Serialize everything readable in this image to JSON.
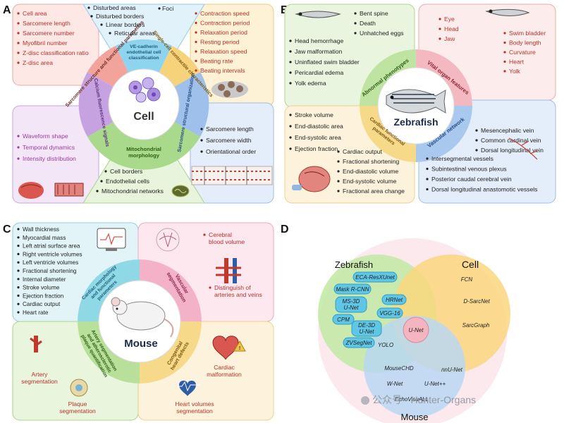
{
  "panels": {
    "A": {
      "letter": "A",
      "center": "Cell",
      "segments": {
        "sarcomere_structure_func": "Sarcomere structure and functional parameters",
        "ve_cadherin": "VE-cadherin endothelial cell classification",
        "single_cell_contractile": "Single-cell contractile characteristics",
        "sarcomere_structural_org": "Sarcomere structural organization",
        "mito_morphology": "Mitochondrial morphology",
        "calcium": "Calcium fluorescence signals"
      },
      "top_left_list": [
        "Cell area",
        "Sarcomere length",
        "Sarcomere number",
        "Myofibril number",
        "Z-disc classification ratio",
        "Z-disc area"
      ],
      "top_mid_list": [
        "Disturbed areas",
        "Disturbed borders",
        "Linear borders",
        "Reticular areas"
      ],
      "top_mid_extra": "Foci",
      "top_right_list": [
        "Contraction speed",
        "Contraction period",
        "Relaxation period",
        "Resting period",
        "Relaxation speed",
        "Beating rate",
        "Beating intervals"
      ],
      "bottom_right_list": [
        "Sarcomere length",
        "Sarcomere width",
        "Orientational order"
      ],
      "bottom_mid_list": [
        "Cell borders",
        "Endothelial cells",
        "Mitochondrial networks"
      ],
      "bottom_left_list": [
        "Waveform shape",
        "Temporal dynamics",
        "Intensity distribution"
      ]
    },
    "B": {
      "letter": "B",
      "center": "Zebrafish",
      "segments": {
        "abnormal": "Abnormal phenotypes",
        "vital": "Vital organ features",
        "cardiac": "Cardiac functional parameters",
        "vascular": "Vascular network"
      },
      "abnormal_top": [
        "Bent spine",
        "Death",
        "Unhatched eggs"
      ],
      "abnormal_list": [
        "Head hemorrhage",
        "Jaw malformation",
        "Uninflated swim bladder",
        "Pericardial edema",
        "Yolk edema"
      ],
      "vital_left": [
        "Eye",
        "Head",
        "Jaw"
      ],
      "vital_right": [
        "Swim bladder",
        "Body length",
        "Curvature",
        "Heart",
        "Yolk"
      ],
      "cardiac_left": [
        "Stroke volume",
        "End-diastolic area",
        "End-systolic area",
        "Ejection fraction"
      ],
      "cardiac_right": [
        "Cardiac output",
        "Fractional shortening",
        "End-diastolic volume",
        "End-systolic volume",
        "Fractional area change"
      ],
      "vascular_top": [
        "Mesencephalic vein",
        "Common cardinal vein",
        "Dorsal longitudinal vein"
      ],
      "vascular_list": [
        "Intersegmental vessels",
        "Subintestinal venous plexus",
        "Posterior caudal cerebral vein",
        "Dorsal longitudinal anastomotic vessels"
      ]
    },
    "C": {
      "letter": "C",
      "center": "Mouse",
      "segments": {
        "cardiac": "Cardiac morphology and functional parameters",
        "vascular": "Vascular segmentation",
        "congenital": "Congenital heart defects",
        "artery": "Artery segmentation and atherosclerotic plaque quantification"
      },
      "cardiac_list": [
        "Wall thickness",
        "Myocardial mass",
        "Left atrial surface area",
        "Right ventricle volumes",
        "Left ventricle volumes",
        "Fractional shortening",
        "Internal diameter",
        "Stroke volume",
        "Ejection fraction",
        "Cardiac output",
        "Heart rate"
      ],
      "vascular_list": [
        "Cerebral blood volume",
        "Distinguish of arteries and veins"
      ],
      "artery_items": [
        "Artery segmentation",
        "Plaque segmentation"
      ],
      "congenital_items": [
        "Cardiac malformation",
        "Heart volumes segmentation"
      ]
    },
    "D": {
      "letter": "D",
      "sets": {
        "zebrafish": "Zebrafish",
        "cell": "Cell",
        "mouse": "Mouse"
      },
      "center_model": "U-Net",
      "zebrafish_models": [
        "ECA-ResXUnet",
        "Mask R-CNN",
        "HRNet",
        "MS-3D U-Net",
        "VGG-16",
        "CPM",
        "DE-3D U-Net",
        "ZVSegNet"
      ],
      "zebrafish_mouse_model": "YOLO",
      "cell_models": [
        "FCN",
        "D-SarcNet",
        "SarcGraph"
      ],
      "mouse_models": [
        "MouseCHD",
        "nnU-Net",
        "W-Net",
        "U-Net++",
        "EchoVisuALL"
      ]
    }
  },
  "watermark": "公众号 · Hunter-Organs",
  "colors": {
    "blue": "#5b8fd0",
    "yellow": "#f2c14e",
    "pink": "#f2a1b8",
    "green": "#9bd06b",
    "purple": "#b08fd4",
    "red_text": "#b8322a",
    "cyan": "#3bb8d9"
  }
}
